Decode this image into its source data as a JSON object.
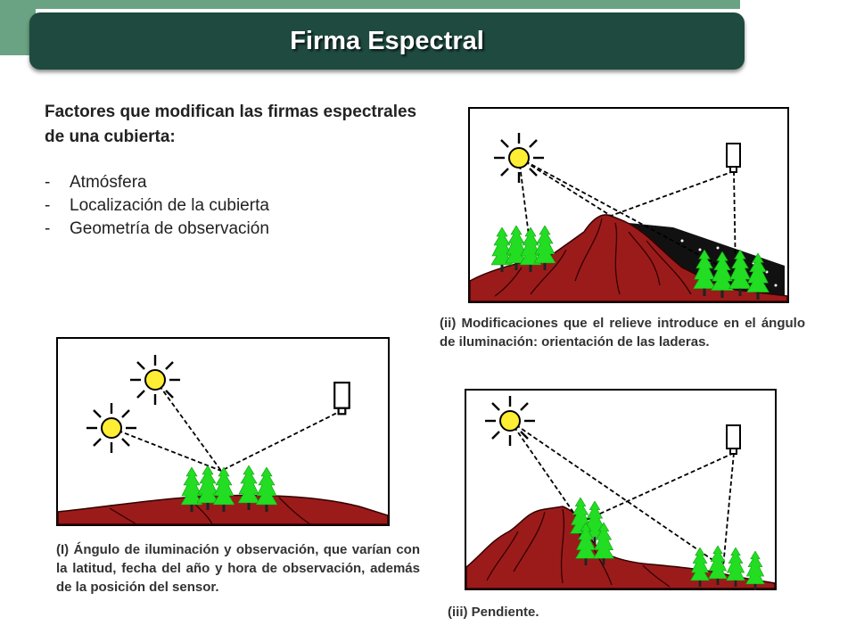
{
  "header": {
    "title": "Firma Espectral"
  },
  "intro": {
    "heading": "Factores que modifican las firmas espectrales de una cubierta:",
    "factors": [
      "Atmósfera",
      "Localización de la cubierta",
      "Geometría de observación"
    ]
  },
  "captions": {
    "panel_i": "(I) Ángulo de iluminación y observación, que varían con la latitud, fecha del año y hora de observación, además de la posición del sensor.",
    "panel_ii": "(ii) Modificaciones que el relieve introduce en el ángulo de iluminación: orientación de las laderas.",
    "panel_iii": "(iii) Pendiente."
  },
  "colors": {
    "title_bar": "#1e4a3f",
    "accent_green": "#6aa383",
    "terrain": "#9b1b1b",
    "trees": "#22dd22",
    "sun": "#ffee33"
  }
}
